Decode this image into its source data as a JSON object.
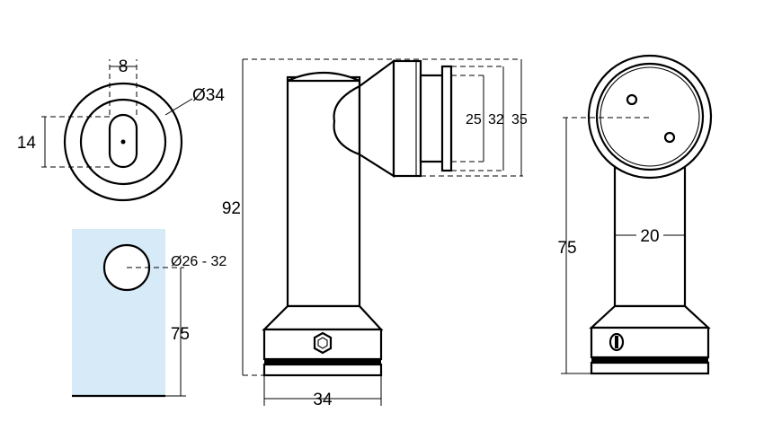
{
  "dimensions": {
    "hole_width": "8",
    "outer_diameter": "Ø34",
    "hole_height": "14",
    "glass_hole_diameter": "Ø26 - 32",
    "glass_hole_height": "75",
    "total_height": "92",
    "inner_25": "25",
    "inner_32": "32",
    "outer_35": "35",
    "base_width": "34",
    "right_height": "75",
    "tube_width": "20"
  },
  "colors": {
    "glass": "#d6eaf8",
    "line": "#000000"
  }
}
